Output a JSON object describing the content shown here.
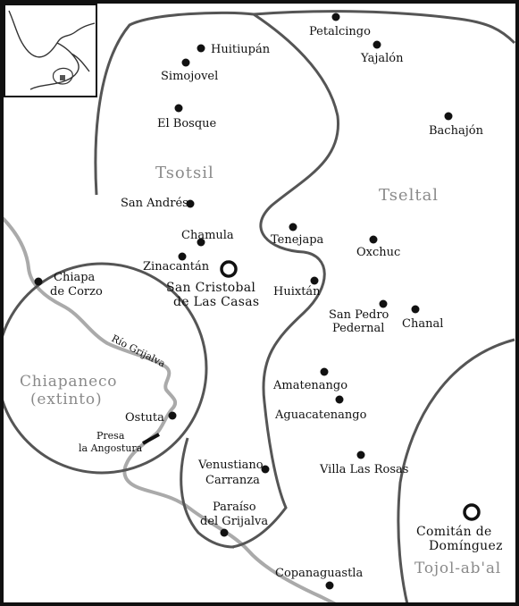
{
  "regions": {
    "tsotsil": "Tsotsil",
    "tseltal": "Tseltal",
    "chiapaneco_line1": "Chiapaneco",
    "chiapaneco_line2": "(extinto)",
    "tojolabal": "Tojol-ab'al"
  },
  "places": {
    "petalcingo": "Petalcingo",
    "yajalon": "Yajalón",
    "huitiupan": "Huitiupán",
    "simojovel": "Simojovel",
    "el_bosque": "El Bosque",
    "bachajon": "Bachajón",
    "san_andres": "San Andrés",
    "chamula": "Chamula",
    "tenejapa": "Tenejapa",
    "oxchuc": "Oxchuc",
    "zinacantan": "Zinacantán",
    "huixtan": "Huixtán",
    "san_pedro_line1": "San Pedro",
    "san_pedro_line2": "Pedernal",
    "chanal": "Chanal",
    "chiapa_line1": "Chiapa",
    "chiapa_line2": "de Corzo",
    "amatenango": "Amatenango",
    "aguacatenango": "Aguacatenango",
    "ostuta": "Ostuta",
    "villa_las_rosas": "Villa Las Rosas",
    "venustiano_line1": "Venustiano",
    "venustiano_line2": "Carranza",
    "paraiso_line1": "Paraíso",
    "paraiso_line2": "del Grijalva",
    "copanaguastla": "Copanaguastla"
  },
  "cities": {
    "san_cristobal_line1": "San Cristobal",
    "san_cristobal_line2": "de Las Casas",
    "comitan_line1": "Comitán de",
    "comitan_line2": "Domínguez"
  },
  "features": {
    "river": "Río Grijalva",
    "dam_line1": "Presa",
    "dam_line2": "la Angostura"
  },
  "colors": {
    "boundary": "#555555",
    "river": "#aaaaaa",
    "region_text": "#8a8a8a",
    "frame": "#111111"
  }
}
